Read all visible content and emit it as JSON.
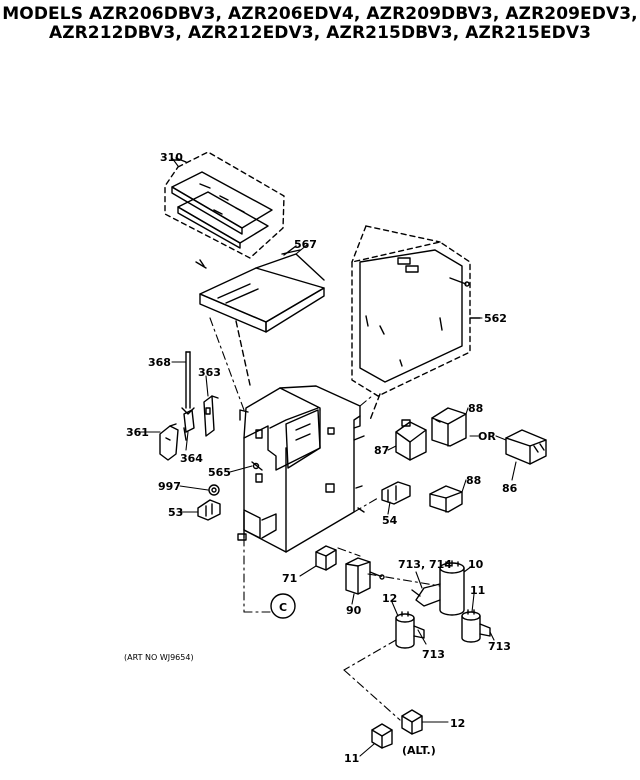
{
  "header": {
    "line1": "MODELS AZR206DBV3, AZR206EDV4, AZR209DBV3, AZR209EDV3,",
    "line2": "AZR212DBV3, AZR212EDV3, AZR215DBV3, AZR215EDV3"
  },
  "art_no": "(ART NO WJ9654)",
  "parts": {
    "p310": "310",
    "p567": "567",
    "p562": "562",
    "p368": "368",
    "p363": "363",
    "p361": "361",
    "p364": "364",
    "p565": "565",
    "p997": "997",
    "p53": "53",
    "p87": "87",
    "p88a": "88",
    "p88b": "88",
    "or": "OR",
    "p86": "86",
    "p54": "54",
    "p71": "71",
    "p90": "90",
    "p713_714": "713, 714",
    "p10": "10",
    "p12a": "12",
    "p11a": "11",
    "p713a": "713",
    "p713b": "713",
    "p12b": "12",
    "p11b": "11",
    "alt": "(ALT.)",
    "c": "C"
  }
}
